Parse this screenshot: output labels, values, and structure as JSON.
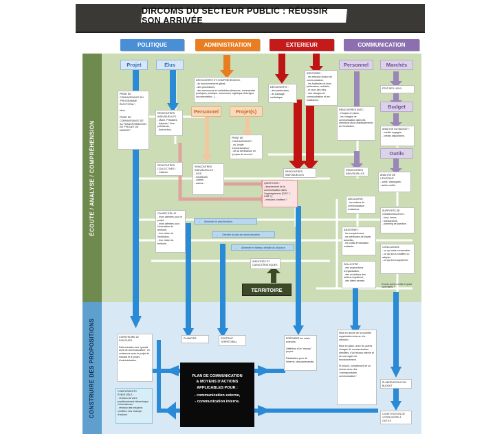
{
  "title": "DIRCOMS DU SECTEUR PUBLIC : RÉUSSIR SON ARRIVÉE",
  "columns": {
    "politique": "POLITIQUE",
    "administration": "ADMINISTRATION",
    "exterieur": "EXTERIEUR",
    "communication": "COMMUNICATION"
  },
  "colors": {
    "politique": "#4a8fd6",
    "administration": "#ea7d1f",
    "exterieur": "#c41a1a",
    "communication": "#8c6fae",
    "zone_top": "#ccdcb5",
    "zone_bottom": "#d8e8f4",
    "side_top": "#6f8a4e",
    "side_bottom": "#5e9fcd",
    "territoire": "#3c4a28"
  },
  "subheaders": {
    "projet": "Projet",
    "elus": "Élus",
    "personnel_admin": "Personnel",
    "projets_admin": "Projet(s)",
    "personnel_com": "Personnel",
    "marches": "Marchés",
    "budget": "Budget",
    "outils": "Outils"
  },
  "side_labels": {
    "top": "ÉCOUTE / ANALYSE / COMPRÉHENSION",
    "bottom": "CONSTRUIRE DES PROPOSITIONS"
  },
  "boxes": {
    "prise_connaissance": "PRISE DE CONNAISSANCE DU \"PROGRAMME ÉLECTORAL\",\n\net/ou\n\nPRISE DE CONNAISSANCE DE SA TRANSFORMATION EN \"PROJET DE MANDAT\".",
    "rencontres_elus": "RENCONTRES INDIVIDUELLES :\n- Maire, Président,\n- Adjoints / Vice-présidents,\n- Autres élus.",
    "rencontres_cabinet": "RENCONTRES COLLECTIVES :\n- Cabinet.",
    "decouverte_admin": "DÉCOUVERTE ET COMPRÉHENSION :\n- du fonctionnement global,\n- des procédures,\n- des ressources et contraintes (finances, commandes publiques, juridique, ressources, logistique technique, documentation...)...",
    "rencontres_admin": "RENCONTRES INDIVIDUELLES :\n- DGS,\n- DGA/DGS,\n- cadres,\n- autres...",
    "prise_connaissance_admin": "PRISE DE CONNAISSANCE :\n- du \"projet d'administration\",\n- de sa déclinaison en \"projets de service\".",
    "decouverte_ext": "DÉCOUVERTE :\n- des partenaires,\n- du paysage médiatique.",
    "identifier_ext": "IDENTIFIER :\n- les réseaux locaux de communication,\n- les habitudes et leurs partenaires, activités,\n- et ceux des élus,\n- des charges de communication et les institutions.",
    "rencontres_ext": "RENCONTRES INDIVIDUELLES",
    "questions": "QUESTIONS :\n- attachement de la communication dans l'organigramme (DGS ?, CAB ?),\n- missions confiées ?",
    "rencontres_personnel": "RENCONTRES AVEC :\n- l'équipe en place,\n- les chargés de communication dans les directions et/ou établissements de l'institution.",
    "rencontres_perso_indiv": "RENCONTRES INDIVIDUELLES",
    "decouvrir_perso": "DÉCOUVRIR :\n- les actions de communication existantes.",
    "identifier_perso": "IDENTIFIER :\n- les compétences,\n- les méthodes de travail actuelles,\n- les outils d'évaluation existants.",
    "solliciter": "SOLLICITER :\n- des propositions d'organisation,\n- des évolutions des actions régulières,\n- des idées neuves.",
    "etat_lieux": "ÉTAT DES LIEUX",
    "analyse_budget": "ANALYSE DU BUDGET :\n- crédits engagés,\n- crédits disponibles.",
    "analyse_existant": "ANALYSE DE L'EXISTANT :\n- outils \"classiques\",\n- autres outils.",
    "supports": "SUPPORTS DE COMMUNICATION :\n- fond, forme,\n- transactions,\n- planning de parution.",
    "conclusion": "CONCLUSION :\n- ce qui reste convenable,\n- ce qui est à modifier ou adapter,\n- ce qui est à supprimer.",
    "etude_pros": "Et avec quels crédits et quels partenaires ?",
    "cahier_elus": "CAHIER D'ÉLUS :\n- leurs attentes pour le projet,\n- leurs attentes pour l'orientation du territoire,\n- leur vision de l'institution,\n- leur vision du territoire.",
    "identifies": "IDENTIFIÉS ET CARACTÉRISTIQUES",
    "construire": "CONSTRUIRE LE DISCOURS :\n\nDétermination des \"grands axes de communication\", en cohérence avec le projet de mandat et le projet d'administration.",
    "complements": "COMPLÉMENTS ÉVENTUELS :\n- révision de votre positionnement hiérarchique et fonctionnel,\n- révision des missions confiées, des champs d'actions.",
    "planifier": "PLANIFIER",
    "portrait": "PORTRAIT TERRITORIAL",
    "preparer": "PRÉPARER les relais externes.\n\nDéfinition d'un \"réseau\" propre.\n\nRéalisation pour de l'interne, des partenariats.",
    "mise_oeuvre": "Mise en œuvre de la nouvelle organisation interne à la direction.\n\nMise en place, avec les autres chargés de communication identifiés, d'un réseau interne et de ses règles de fonctionnement.\n\nSi besoin, complément de ce réseau avec des \"correspondants communication\".",
    "elaboration": "ÉLABORATION D'UN BUDGET",
    "constitution": "CONSTITUTION DE VOTRE BOÎTE À OUTILS"
  },
  "pills": {
    "alimenter": "Alimenter le plan/l'écriture",
    "orienter": "Orienter le plan de communication",
    "alimenter_detail": "Alimenter le tableau détaillé du discours"
  },
  "territoire": "TERRITOIRE",
  "central": {
    "heading": "PLAN DE COMMUNICATION\n& MOYENS D'ACTIONS\nAPPLICABLES POUR :",
    "list": "- communication externe,\n- communication interne."
  }
}
